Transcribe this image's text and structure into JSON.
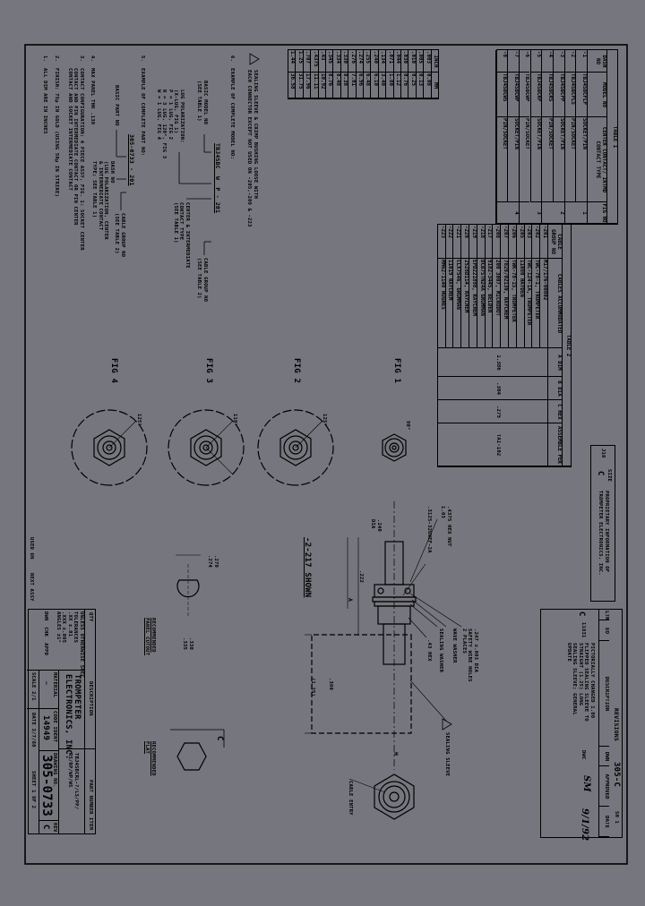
{
  "colors": {
    "page_background": "#76767e",
    "ink": "#000000"
  },
  "table1": {
    "title": "TABLE 1",
    "headers": [
      "DASH NO",
      "MODEL NO",
      "CENTER CONTACT/ INTMD CONTACT TYPE",
      "FIG NO"
    ],
    "rows": [
      [
        "-1",
        "TBJ4SBCFLP",
        "SOCKET/PIN",
        "1"
      ],
      [
        "-2",
        "TBJ4SBCPLS",
        "PIN/SOCKET",
        "1"
      ],
      [
        "-3",
        "TBJ4SBCPP",
        "SOCKET/PIN",
        "2"
      ],
      [
        "-4",
        "TBJ4SBCRS",
        "PIN/SOCKET",
        "2"
      ],
      [
        "-5",
        "TBJ4SBCRP",
        "SOCKET/PIN",
        "3"
      ],
      [
        "-6",
        "TBJ4SBCWP",
        "PIN/SOCKET",
        "3"
      ],
      [
        "-7",
        "TBJ4SBCWP",
        "SOCKET/PIN",
        "4"
      ],
      [
        "-8",
        "TBJ4SBCWS",
        "PIN/SOCKET",
        "4"
      ]
    ]
  },
  "dimension_table": {
    "headers": [
      "INCH",
      "MM"
    ],
    "rows": [
      [
        ".003",
        "0.08"
      ],
      [
        ".005",
        "0.13"
      ],
      [
        ".010",
        "0.25"
      ],
      [
        ".030",
        "0.76"
      ],
      [
        ".044",
        "1.12"
      ],
      [
        ".071",
        "1.80"
      ],
      [
        ".134",
        "3.40"
      ],
      [
        ".240",
        "6.10"
      ],
      [
        ".255",
        "6.48"
      ],
      [
        ".274",
        "6.96"
      ],
      [
        ".276",
        "7.01"
      ],
      [
        ".330",
        "8.38"
      ],
      [
        ".334",
        "8.48"
      ],
      [
        ".345",
        "8.76"
      ],
      [
        ".43",
        "10.92"
      ],
      [
        ".4375",
        "11.11"
      ],
      [
        ".707",
        "17.96"
      ],
      [
        "1.25",
        "31.75"
      ],
      [
        "1.44",
        "36.58"
      ]
    ]
  },
  "table2": {
    "title": "TABLE 2",
    "headers": [
      "CABLE GROUP NO",
      "CABLES ACCOMMODATED",
      "A DIM",
      "B DIA",
      "C HEX",
      "ASSEMBLE PER"
    ],
    "rows": [
      [
        "-201",
        "M17/176-00002"
      ],
      [
        "-202",
        "TWC-78-1, TROMPETER"
      ],
      [
        "-203",
        "TWC-124-1A, TROMPETER"
      ],
      [
        "-205",
        "11080 HAYDEN"
      ],
      [
        "-206",
        "TWK-78-1S, TROMPETER"
      ],
      [
        "-207",
        "7828/02130, RAYCHEM"
      ],
      [
        "-208",
        "200 3007, MICRODOT"
      ],
      [
        "-217",
        "9182-3445, BELDEN"
      ],
      [
        "-218",
        "DCB7STN24A GRUMMAN"
      ],
      [
        "-219",
        "EPD221898, RAYCHEM"
      ],
      [
        "-220",
        "2528D114, RAYCHEM"
      ],
      [
        "-221",
        "CLX7546, GRUMMAN"
      ],
      [
        "-222",
        "11019 RAYCHEM"
      ],
      [
        "-223",
        "MM62-1140 HUGHES"
      ]
    ],
    "a_dim": "1.386",
    "b_dia": ".304",
    "c_hex": ".275",
    "assemble_per": "TAI-102"
  },
  "size_block": {
    "code": "J10",
    "size_label": "SIZE",
    "size": "C",
    "notice": "PROPRIETARY INFORMATION OF\nTROMPETER ELECTRONICS, INC."
  },
  "revisions": {
    "title": "REVISIONS",
    "sheet_ref": "305-C",
    "sheet": "SH 1",
    "headers": [
      "LTR",
      "EO",
      "DESCRIPTION",
      "DWN",
      "APPROVED",
      "DATE"
    ],
    "row": {
      "ltr": "C",
      "eo": "11831",
      "description": "PICTORIALLY CHANGED 1.00\nFLIPPED SEALING SLEEVE TO\nSTRAIGHT (1.25) LONG\nSEALING SLEEVE; GENERAL\nUPDATE",
      "dwn": "DWC",
      "approved": "SM",
      "date": "9/1/92"
    }
  },
  "figures": {
    "fig1": "FIG 1",
    "fig2": "FIG 2",
    "fig3": "FIG 3",
    "fig4": "FIG 4",
    "angle_labels": [
      "90°",
      "125°",
      "110°",
      "125°"
    ]
  },
  "side_view": {
    "hex_nut": ".4375 HEX NUT\n1.03",
    "thread": ".3125-32UNEF-2A",
    "dia": ".240\nDIA",
    "dim_222": ".222",
    "dim_a": "A",
    "shown": "-2-217 SHOWN",
    "safety_wire": ".247 ±.003 DIA\nSAFETY WIRE HOLES\n2 PLACES",
    "wave_washer": "WAVE WASHER",
    "sealing_washer": "SEALING WASHER",
    "hex": ".43 HEX",
    "sealing_sleeve": "SEALING SLEEVE",
    "dim_125": "(1.25)",
    "dim_390": ".390",
    "dim_h": "H",
    "cable_entry": "CABLE ENTRY",
    "panel_cutout": "RECOMMENDED\nPANEL CUTOUT",
    "cutout_dim1": ".270\n.274",
    "cutout_dim2": ".330\n.335",
    "recommended_flat": "RECOMMENDED\nFLAT",
    "flat_label": "C"
  },
  "notes": {
    "sealing": "SEALING SLEEVE & CRIMP BUSHING LOOSE WITH\nEACH CONNECTOR EXCEPT NOT USED ON -205,-209 & -223",
    "note6": "6.  EXAMPLE OF COMPLETE MODEL NO:",
    "model_example": "TBJ4SBC  W  P - 201",
    "basic_model": "BASIC MODEL NO\n(SEE TABLE 1)",
    "cable_group": "CABLE GROUP NO\n(SEE TABLE 2)",
    "lug_polarization": "LUG POLARIZATION:\n(X-LUG, FIG 1)\nP = 1 LUG, FIG 2\nR = 3 LUG, 120°, FIG 3\nW = 1 LUG, FIG 4",
    "center_contact": "CENTER & INTERMEDIATE\nCONTACT TYPE\n(SEE TABLE 1)",
    "note5": "5.  EXAMPLE OF COMPLETE PART NO:",
    "part_example": "305-0733 - 201",
    "basic_part": "BASIC PART NO",
    "dash_no": "DASH NO\n(LUG POLARIZATION, CENTER\n& INTERMEDIATE CONTACT\nTYPE; SEE TABLE 1)",
    "cable_group2": "CABLE GROUP NO\n(SEE TABLE 2)",
    "note4": "4.  MAX PANEL THK .130",
    "note3": "3.  CONTACT CONFIGURATION: 4 PIECE ASSY, FIG. 1: SOCKET CENTER\n    CONTACT AND PIN INTERMEDIATE CONTACT OR PIN CENTER\n    CONTACT AND SOCKET INTERMEDIATE CONTACT",
    "note2": "2.  FINISH: 75µ IN GOLD (USING 50µ IN STRIKE)",
    "note1": "1.  ALL DIM ARE IN INCHES"
  },
  "title_block": {
    "qty_label": "QTY",
    "description_label": "DESCRIPTION",
    "part_number_label": "PART NUMBER",
    "item_label": "ITEM",
    "company": "TROMPETER\nELECTRONICS, INC.",
    "part_number": "TBJ4SBCRL-?/LS/PP/\nRS/RP/WP/WS",
    "tolerances": "UNLESS OTHERWISE SPEC\nTOLERANCES\n.XX ±.01\n.XXX ±.005\nANGLES ±1°",
    "material_label": "MATERIAL",
    "material": "—",
    "code_ident_label": "CODE IDENT",
    "code_ident": "14949",
    "drawing_no_label": "DRAWING NO.",
    "drawing_no": "305-0733",
    "rev_label": "REV",
    "rev": "C",
    "scale": "SCALE 2/1",
    "date": "DATE 3/7/80",
    "sheet": "SHEET 1 OF 2",
    "signatures": "DWN  CHK  APPD",
    "next_assy": "NEXT ASSY",
    "used_on": "USED ON"
  }
}
